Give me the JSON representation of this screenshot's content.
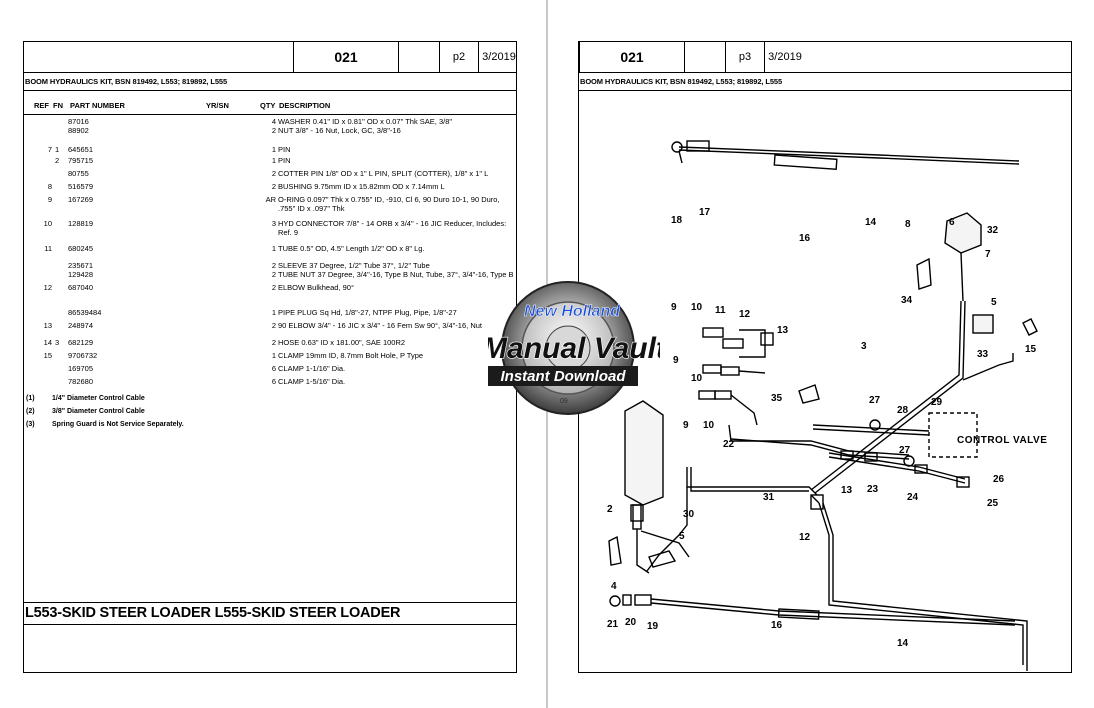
{
  "left": {
    "header": {
      "number": "021",
      "page": "p2",
      "date": "3/2019"
    },
    "title": "BOOM HYDRAULICS KIT, BSN 819492, L553;  819892, L555",
    "columns": {
      "ref": "REF",
      "fn": "FN",
      "part": "PART NUMBER",
      "yrsn": "YR/SN",
      "qty": "QTY",
      "desc": "DESCRIPTION"
    },
    "rows": [
      {
        "ref": "",
        "fn": "",
        "part": "87016",
        "qty": "4",
        "desc": "WASHER 0.41\" ID x 0.81\" OD x 0.07\" Thk SAE, 3/8\""
      },
      {
        "ref": "",
        "fn": "",
        "part": "88902",
        "qty": "2",
        "desc": "NUT 3/8\" - 16 Nut, Lock, GC, 3/8\"-16"
      },
      {
        "ref": "7",
        "fn": "1",
        "part": "645651",
        "qty": "1",
        "desc": "PIN"
      },
      {
        "ref": "",
        "fn": "2",
        "part": "795715",
        "qty": "1",
        "desc": "PIN"
      },
      {
        "ref": "",
        "fn": "",
        "part": "80755",
        "qty": "2",
        "desc": "COTTER PIN 1/8\" OD x 1\" L PIN, SPLIT (COTTER),  1/8\" x 1\" L"
      },
      {
        "ref": "8",
        "fn": "",
        "part": "516579",
        "qty": "2",
        "desc": "BUSHING 9.75mm ID x 15.82mm OD x 7.14mm L"
      },
      {
        "ref": "9",
        "fn": "",
        "part": "167269",
        "qty": "AR",
        "desc": "O-RING 0.097\" Thk x 0.755\" ID, -910, Cl 6, 90 Duro 10-1, 90 Duro, .755\" ID x .097\" Thk"
      },
      {
        "ref": "10",
        "fn": "",
        "part": "128819",
        "qty": "3",
        "desc": "HYD CONNECTOR 7/8\" - 14 ORB x 3/4\" - 16 JIC Reducer, Includes: Ref. 9"
      },
      {
        "ref": "11",
        "fn": "",
        "part": "680245",
        "qty": "1",
        "desc": "TUBE 0.5\" OD, 4.5\" Length 1/2\" OD x  8\" Lg."
      },
      {
        "ref": "",
        "fn": "",
        "part": "235671",
        "qty": "2",
        "desc": "SLEEVE 37 Degree, 1/2\" Tube 37°, 1/2\" Tube"
      },
      {
        "ref": "",
        "fn": "",
        "part": "129428",
        "qty": "2",
        "desc": "TUBE NUT 37 Degree, 3/4\"-16, Type B Nut, Tube, 37°, 3/4\"-16, Type B"
      },
      {
        "ref": "12",
        "fn": "",
        "part": "687040",
        "qty": "2",
        "desc": "ELBOW  Bulkhead, 90°"
      },
      {
        "ref": "",
        "fn": "",
        "part": "86539484",
        "qty": "1",
        "desc": "PIPE PLUG Sq Hd, 1/8\"-27, NTPF Plug, Pipe, 1/8\"-27"
      },
      {
        "ref": "13",
        "fn": "",
        "part": "248974",
        "qty": "2",
        "desc": "90 ELBOW 3/4\" - 16 JIC x 3/4\" - 16 Fem Sw 90°, 3/4\"-16, Nut"
      },
      {
        "ref": "14",
        "fn": "3",
        "part": "682129",
        "qty": "2",
        "desc": "HOSE 0.63\" ID x 181.00\", SAE 100R2"
      },
      {
        "ref": "15",
        "fn": "",
        "part": "9706732",
        "qty": "1",
        "desc": "CLAMP 19mm ID, 8.7mm Bolt Hole, P Type"
      },
      {
        "ref": "",
        "fn": "",
        "part": "169705",
        "qty": "6",
        "desc": "CLAMP  1-1/16\" Dia."
      },
      {
        "ref": "",
        "fn": "",
        "part": "782680",
        "qty": "6",
        "desc": "CLAMP  1-5/16\" Dia."
      }
    ],
    "notes": [
      {
        "key": "(1)",
        "text": "1/4\" Diameter Control Cable"
      },
      {
        "key": "(2)",
        "text": "3/8\" Diameter Control Cable"
      },
      {
        "key": "(3)",
        "text": "Spring Guard is Not Service Separately."
      }
    ],
    "model": "L553-SKID STEER LOADER  L555-SKID STEER LOADER"
  },
  "right": {
    "header": {
      "number": "021",
      "page": "p3",
      "date": "3/2019"
    },
    "title": "BOOM HYDRAULICS KIT, BSN 819492, L553;  819892, L555",
    "diagram": {
      "control_valve": "CONTROL  VALVE",
      "callouts": [
        "18",
        "17",
        "14",
        "16",
        "8",
        "6",
        "32",
        "7",
        "5",
        "34",
        "9",
        "10",
        "11",
        "12",
        "13",
        "3",
        "33",
        "15",
        "9",
        "10",
        "35",
        "27",
        "28",
        "29",
        "22",
        "26",
        "2",
        "30",
        "31",
        "23",
        "24",
        "25",
        "13",
        "12",
        "5",
        "4",
        "14",
        "21",
        "20",
        "19",
        "16",
        "9",
        "10"
      ]
    }
  },
  "watermark": {
    "line1": "New Holland",
    "line2": "Manual Vault",
    "line3": "Instant Download",
    "dial": "09"
  }
}
